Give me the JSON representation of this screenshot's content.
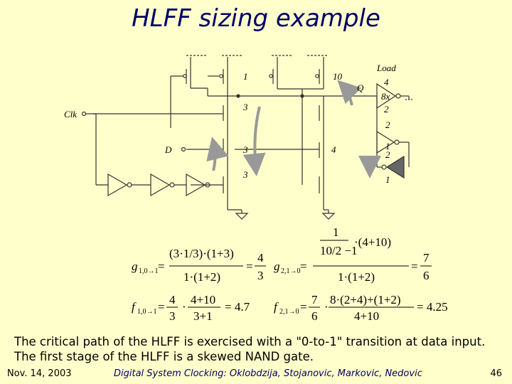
{
  "slide": {
    "title": "HLFF sizing example",
    "description_line1": "The critical path of the HLFF is exercised with a \"0-to-1\" transition at data input.",
    "description_line2": "The first stage of the HLFF is a skewed NAND gate."
  },
  "footer": {
    "date": "Nov. 14, 2003",
    "course": "Digital System Clocking: Oklobdzija, Stojanovic, Markovic, Nedovic",
    "page": "46"
  },
  "schematic": {
    "clk_label": "Clk",
    "d_label": "D",
    "q_label": "Q",
    "load_label": "Load",
    "sizes": {
      "pmos1": "1",
      "pmos2": "10",
      "n_clk": "3",
      "n_d": "3",
      "n_clkb": "3",
      "n_second": "4",
      "inv_load_top": "4",
      "inv_load_bot": "2",
      "load_cap": "8x",
      "keeper1_top": "2",
      "keeper1_bot": "1",
      "keeper2_top": "2",
      "keeper2_bot": "1"
    }
  },
  "equations": {
    "g1_label": "g",
    "g1_sub": "1,0→1",
    "g1_frac_num": "4",
    "g1_frac_den": "3",
    "g2_label": "g",
    "g2_sub": "2,1→0",
    "g2_frac_num": "7",
    "g2_frac_den": "6",
    "f1_label": "f",
    "f1_sub": "1,0→1",
    "f1_result": "= 4.7",
    "f2_label": "f",
    "f2_sub": "2,1→0",
    "f2_result": "= 4.25"
  }
}
